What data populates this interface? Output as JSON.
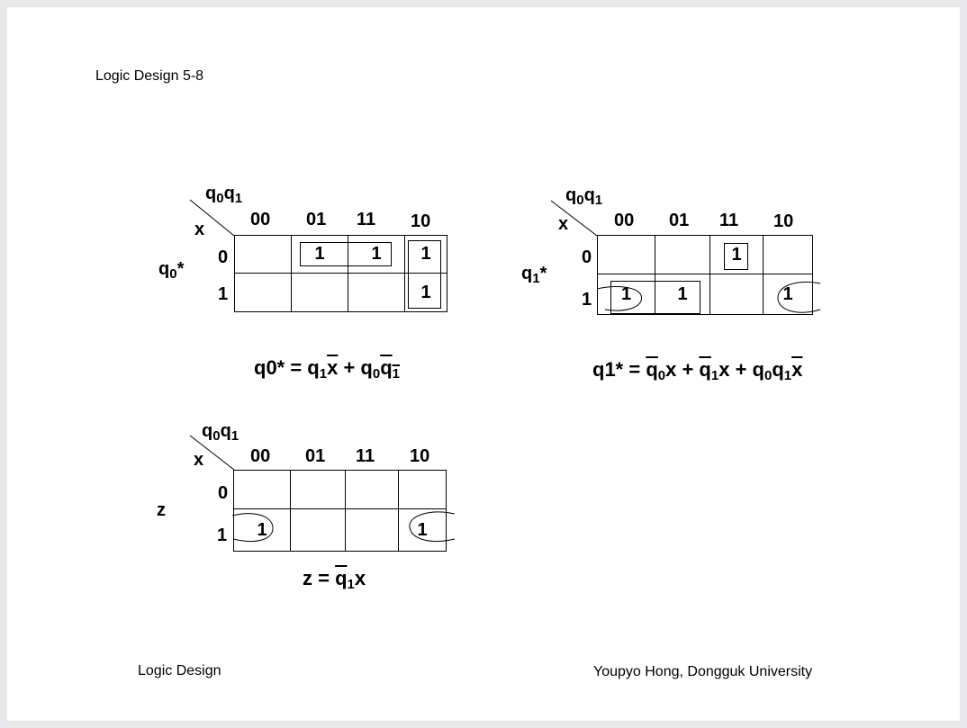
{
  "header": {
    "title": "Logic Design 5-8"
  },
  "footer": {
    "left": "Logic Design",
    "right": "Youpyo Hong, Dongguk University"
  },
  "maps": {
    "q0": {
      "var_label_html": "q<sub>0</sub>*",
      "row_var": "x",
      "col_var_html": "q<sub>0</sub>q<sub>1</sub>",
      "cols": [
        "00",
        "01",
        "11",
        "10"
      ],
      "rows": [
        "0",
        "1"
      ],
      "cells": [
        [
          "",
          "1",
          "1",
          "1"
        ],
        [
          "",
          "",
          "",
          "1"
        ]
      ],
      "equation_html": "q0* = q<sub>1</sub><span class=\"ov\">x</span> + q<sub>0</sub><span class=\"ov\">q<sub>1</sub></span>"
    },
    "q1": {
      "var_label_html": "q<sub>1</sub>*",
      "row_var": "x",
      "col_var_html": "q<sub>0</sub>q<sub>1</sub>",
      "cols": [
        "00",
        "01",
        "11",
        "10"
      ],
      "rows": [
        "0",
        "1"
      ],
      "cells": [
        [
          "",
          "",
          "1",
          ""
        ],
        [
          "1",
          "1",
          "",
          "1"
        ]
      ],
      "equation_html": "q1* = <span class=\"ov\">q</span><sub>0</sub>x + <span class=\"ov\">q</span><sub>1</sub>x + q<sub>0</sub>q<sub>1</sub><span class=\"ov\">x</span>"
    },
    "z": {
      "var_label": "z",
      "row_var": "x",
      "col_var_html": "q<sub>0</sub>q<sub>1</sub>",
      "cols": [
        "00",
        "01",
        "11",
        "10"
      ],
      "rows": [
        "0",
        "1"
      ],
      "cells": [
        [
          "",
          "",
          "",
          ""
        ],
        [
          "1",
          "",
          "",
          "1"
        ]
      ],
      "equation_html": "z = <span class=\"ov\">q</span><sub>1</sub>x"
    }
  }
}
